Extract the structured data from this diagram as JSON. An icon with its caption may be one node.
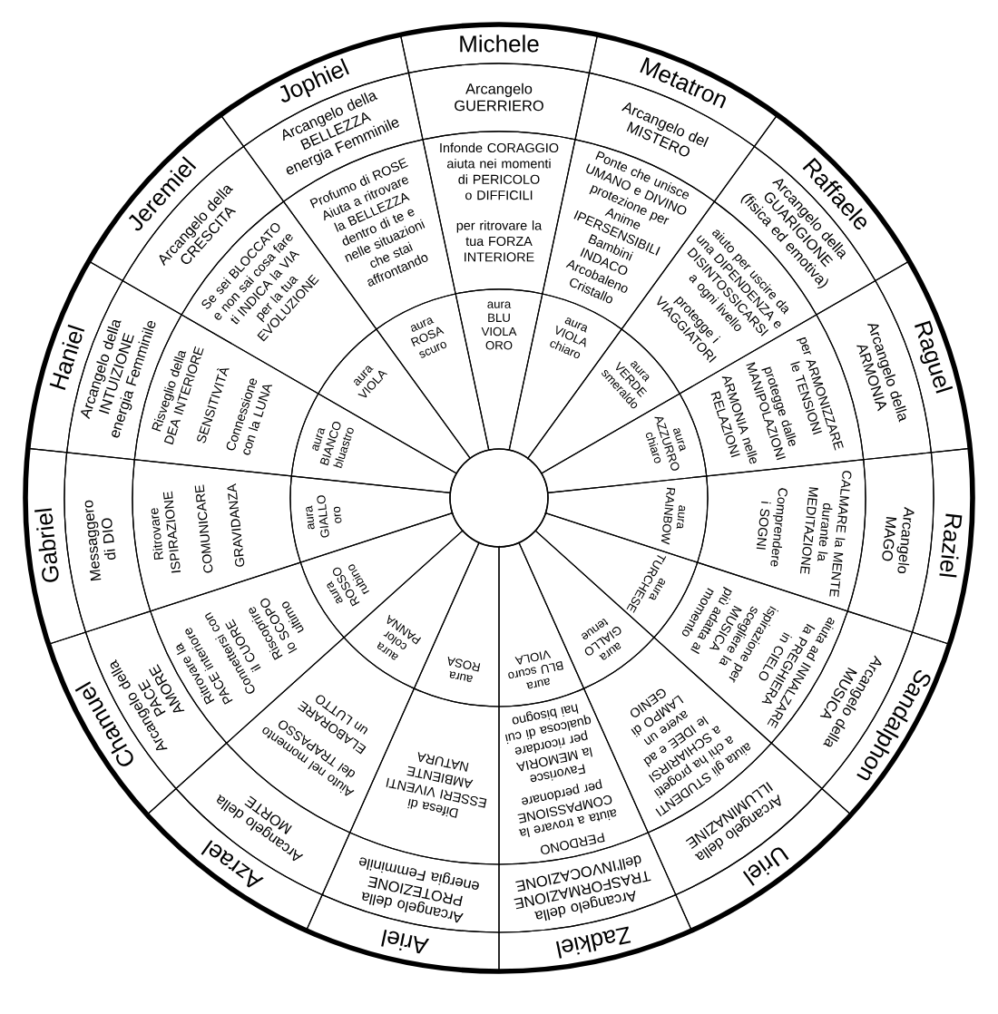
{
  "diagram": {
    "nodes": [
      {
        "text": [
          "Michele"
        ]
      },
      {
        "text": [
          "Arcangelo GUERRIERO"
        ]
      },
      {
        "text": [
          "Infonde CORAGGIO aiuta nei momenti di PERICOLO o DIFFICILI",
          "per ritrovare la tua FORZA INTERIORE"
        ]
      },
      {
        "text": [
          "aura BLU VIOLA ORO"
        ]
      },
      {
        "text": [
          "Metatron"
        ]
      },
      {
        "text": [
          "Arcangelo del MISTERO"
        ]
      },
      {
        "text": [
          "Ponte che unisce UMANO e DIVINO protezione per Anime IPERSENSIBILI Bambini INDACO Arcobaleno Cristallo"
        ]
      },
      {
        "text": [
          "aura VIOLA chiaro"
        ]
      },
      {
        "text": [
          "Raffaele"
        ]
      },
      {
        "text": [
          "Arcangelo della GUARIGIONE (fisica ed emotiva)"
        ]
      },
      {
        "text": [
          "aiuto per uscire da una DIPENDENZA e DISINTOSSICARSI a ogni livello",
          "protegge i VIAGGIATORI"
        ]
      },
      {
        "text": [
          "aura VERDE smeraldo"
        ]
      },
      {
        "text": [
          "Raguel"
        ]
      },
      {
        "text": [
          "Arcangelo della ARMONIA"
        ]
      },
      {
        "text": [
          "per ARMONIZZARE le TENSIONI",
          "protegge dalle MANIPOLAZIONI",
          "ARMONIA nelle RELAZIONI"
        ]
      },
      {
        "text": [
          "aura AZZURRO chiaro"
        ]
      },
      {
        "text": [
          "Raziel"
        ]
      },
      {
        "text": [
          "Arcangelo MAGO"
        ]
      },
      {
        "text": [
          "CALMARE la MENTE durante la MEDITAZIONE",
          "Comprendere i SOGNI"
        ]
      },
      {
        "text": [
          "aura RAINBOW"
        ]
      },
      {
        "text": [
          "Sandalphon"
        ]
      },
      {
        "text": [
          "Arcangelo della MUSICA"
        ]
      },
      {
        "text": [
          "aiuta ad INNALZARE la PREGHIERA in CIELO",
          "ispirazione per scegliere la MUSICA più adatta al momento"
        ]
      },
      {
        "text": [
          "aura TURCHESE"
        ]
      },
      {
        "text": [
          "Uriel"
        ]
      },
      {
        "text": [
          "Arcangelo della ILLUMINAZINE"
        ]
      },
      {
        "text": [
          "aiuta gli STUDENTI a chi ha progetti a SCHIARIRSI le IDEE e ad avere un LAMPO di GENIO"
        ]
      },
      {
        "text": [
          "aura GIALLO tenue"
        ]
      },
      {
        "text": [
          "Zadkiel"
        ]
      },
      {
        "text": [
          "Arcangelo della TRASFORMAZIONE dell'INVOCAZIONE"
        ]
      },
      {
        "text": [
          "PERDONO",
          "aiuta a trovare la COMPASSIONE per perdonare",
          "Favorisce la MEMORIA per ricordare qualcosa di cui hai bisogno"
        ]
      },
      {
        "text": [
          "aura BLU scuro VIOLA"
        ]
      },
      {
        "text": [
          "Ariel"
        ]
      },
      {
        "text": [
          "Arcangelo della PROTEZIONE energia Femminile"
        ]
      },
      {
        "text": [
          "Difesa di ESSERI VIVENTI AMBIENTE NATURA"
        ]
      },
      {
        "text": [
          "aura ROSA"
        ]
      },
      {
        "text": [
          "Azrael"
        ]
      },
      {
        "text": [
          "Arcangelo della MORTE"
        ]
      },
      {
        "text": [
          "Aiuto nel momento del TRAPASSO",
          "ELABORARE un LUTTO"
        ]
      },
      {
        "text": [
          "aura color PANNA"
        ]
      },
      {
        "text": [
          "Chamuel"
        ]
      },
      {
        "text": [
          "Arcangelo della PACE AMORE"
        ]
      },
      {
        "text": [
          "Ritrovare la PACE interiore",
          "Connettersi con il CUORE",
          "Riscoprire lo SCOPO ultimo"
        ]
      },
      {
        "text": [
          "aura ROSSO rubino"
        ]
      },
      {
        "text": [
          "Gabriel"
        ]
      },
      {
        "text": [
          "Messaggero di DIO"
        ]
      },
      {
        "text": [
          "Ritrovare ISPIRAZIONE",
          "COMUNICARE",
          "GRAVIDANZA"
        ]
      },
      {
        "text": [
          "aura GIALLO oro"
        ]
      },
      {
        "text": [
          "Haniel"
        ]
      },
      {
        "text": [
          "Arcangelo della INTUIZIONE energia Femminile"
        ]
      },
      {
        "text": [
          "Risveglio della DEA INTERIORE",
          "SENSITIVITÀ",
          "Connessione con la LUNA"
        ]
      },
      {
        "text": [
          "aura BIANCO bluastro"
        ]
      },
      {
        "text": [
          "Jeremiel"
        ]
      },
      {
        "text": [
          "Arcangelo della CRESCITA"
        ]
      },
      {
        "text": [
          "Se sei BLOCCATO e non sai cosa fare ti INDICA la VIA per la tua EVOLUZIONE"
        ]
      },
      {
        "text": [
          "aura VIOLA"
        ]
      },
      {
        "text": [
          "Jophiel"
        ]
      },
      {
        "text": [
          "Arcangelo della BELLEZZA energia Femminile"
        ]
      },
      {
        "text": [
          "Profumo di ROSE Aiuta a ritrovare la BELLEZZA dentro di te e nelle situazioni che stai affrontando"
        ]
      },
      {
        "text": [
          "aura ROSA scuro"
        ]
      }
    ]
  }
}
